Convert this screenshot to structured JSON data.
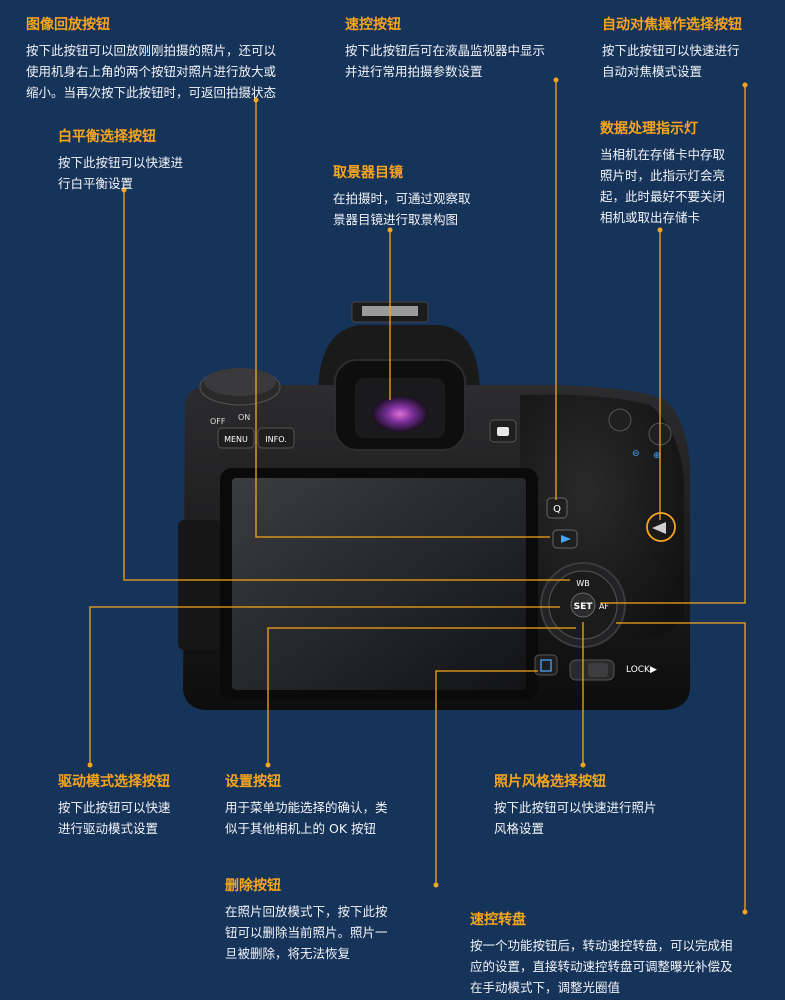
{
  "callouts": {
    "playback": {
      "title": "图像回放按钮",
      "lines": [
        "按下此按钮可以回放刚刚拍摄的照片，还可以",
        "使用机身右上角的两个按钮对照片进行放大或",
        "缩小。当再次按下此按钮时，可返回拍摄状态"
      ]
    },
    "quick_control": {
      "title": "速控按钮",
      "lines": [
        "按下此按钮后可在液晶监视器中显示",
        "并进行常用拍摄参数设置"
      ]
    },
    "af_mode": {
      "title": "自动对焦操作选择按钮",
      "lines": [
        "按下此按钮可以快速进行",
        "自动对焦模式设置"
      ]
    },
    "white_balance": {
      "title": "白平衡选择按钮",
      "lines": [
        "按下此按钮可以快速进",
        "行白平衡设置"
      ]
    },
    "viewfinder": {
      "title": "取景器目镜",
      "lines": [
        "在拍摄时，可通过观察取",
        "景器目镜进行取景构图"
      ]
    },
    "access_lamp": {
      "title": "数据处理指示灯",
      "lines": [
        "当相机在存储卡中存取",
        "照片时，此指示灯会亮",
        "起，此时最好不要关闭",
        "相机或取出存储卡"
      ]
    },
    "drive_mode": {
      "title": "驱动模式选择按钮",
      "lines": [
        "按下此按钮可以快速",
        "进行驱动模式设置"
      ]
    },
    "set_button": {
      "title": "设置按钮",
      "lines": [
        "用于菜单功能选择的确认，类",
        "似于其他相机上的 OK 按钮"
      ]
    },
    "picture_style": {
      "title": "照片风格选择按钮",
      "lines": [
        "按下此按钮可以快速进行照片",
        "风格设置"
      ]
    },
    "erase": {
      "title": "删除按钮",
      "lines": [
        "在照片回放模式下，按下此按",
        "钮可以删除当前照片。照片一",
        "旦被删除，将无法恢复"
      ]
    },
    "quick_dial": {
      "title": "速控转盘",
      "lines": [
        "按一个功能按钮后，转动速控转盘，可以完成相",
        "应的设置，直接转动速控转盘可调整曝光补偿及",
        "在手动模式下，调整光圈值"
      ]
    }
  },
  "camera_labels": {
    "off": "OFF",
    "on": "ON",
    "menu": "MENU",
    "info": "INFO.",
    "wb": "WB",
    "set": "SET",
    "af": "AF",
    "lock": "LOCK▶"
  },
  "colors": {
    "background": "#16335a",
    "accent": "#f7a51c",
    "text": "#ffffff"
  }
}
